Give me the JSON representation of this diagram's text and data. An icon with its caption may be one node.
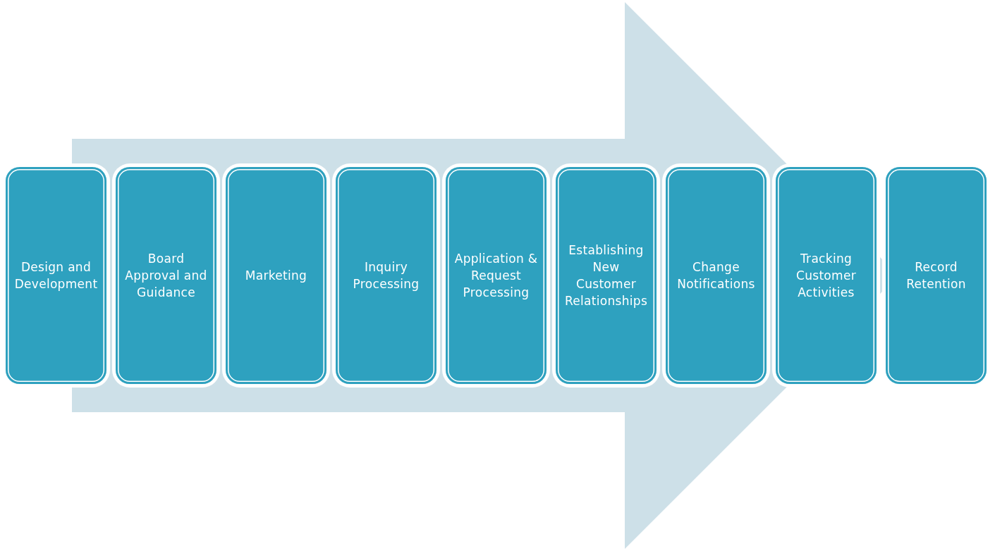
{
  "diagram": {
    "nodes": [
      {
        "text": [
          "Design and Development"
        ]
      },
      {
        "text": [
          "Board Approval and Guidance"
        ]
      },
      {
        "text": [
          "Marketing"
        ]
      },
      {
        "text": [
          "Inquiry Processing"
        ]
      },
      {
        "text": [
          "Application & Request Processing"
        ]
      },
      {
        "text": [
          "Establishing New Customer Relationships"
        ]
      },
      {
        "text": [
          "Change Notifications"
        ]
      },
      {
        "text": [
          "Tracking Customer Activities"
        ]
      },
      {
        "text": [
          "Record Retention"
        ]
      }
    ],
    "edges": [
      {
        "from": 0,
        "to": 8,
        "arrow": "to"
      }
    ]
  }
}
